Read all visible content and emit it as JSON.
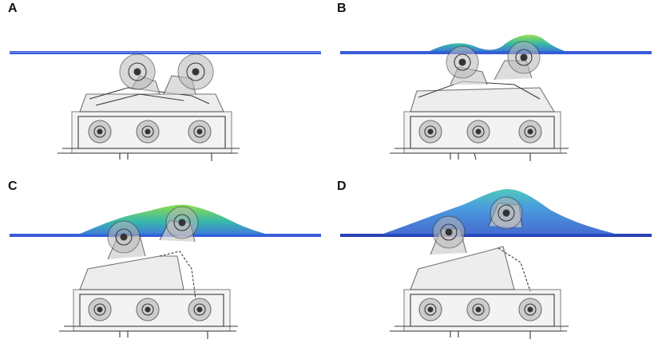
{
  "figure": {
    "panels": [
      {
        "id": "A",
        "label": "A"
      },
      {
        "id": "B",
        "label": "B"
      },
      {
        "id": "C",
        "label": "C"
      },
      {
        "id": "D",
        "label": "D"
      }
    ],
    "colors": {
      "surface_line": "#3b4fd0",
      "deformation_low": "#2a5fd8",
      "deformation_mid": "#23b39a",
      "deformation_high": "#7fd83a",
      "machine_stroke": "#3a3a3a",
      "machine_fill": "#d9d9d9"
    }
  }
}
